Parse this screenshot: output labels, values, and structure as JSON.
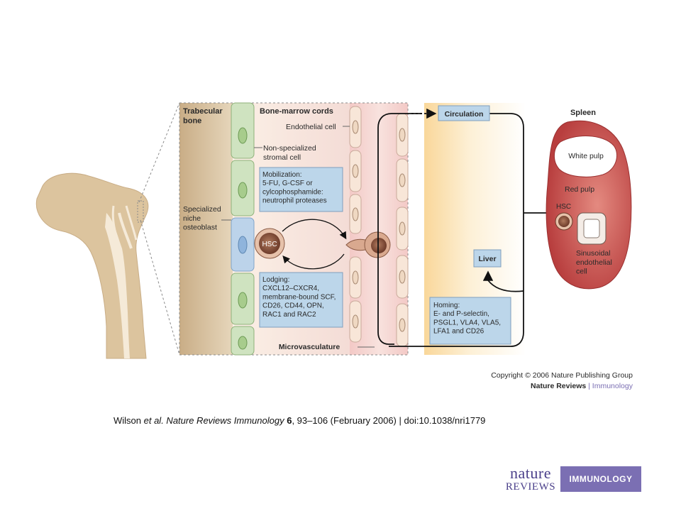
{
  "figure": {
    "trabecular_bone": "Trabecular\nbone",
    "bone_marrow_cords": "Bone-marrow cords",
    "endothelial_cell": "Endothelial cell",
    "non_specialized_stromal": "Non-specialized\nstromal cell",
    "specialized_niche": "Specialized\nniche\nosteoblast",
    "mobilization": "Mobilization:\n5-FU, G-CSF or\ncylcophosphamide:\nneutrophil proteases",
    "lodging": "Lodging:\nCXCL12–CXCR4,\nmembrane-bound SCF,\nCD26, CD44, OPN,\nRAC1 and RAC2",
    "hsc": "HSC",
    "microvasculature": "Microvasculature",
    "circulation": "Circulation",
    "liver": "Liver",
    "homing": "Homing:\nE- and P-selectin,\nPSGL1, VLA4, VLA5,\nLFA1 and CD26",
    "spleen": "Spleen",
    "white_pulp": "White pulp",
    "red_pulp": "Red pulp",
    "spleen_hsc": "HSC",
    "sinusoidal": "Sinusoidal\nendothelial\ncell",
    "copyright": "Copyright © 2006 Nature Publishing Group",
    "journal_a": "Nature Reviews",
    "journal_sep": " | ",
    "journal_b": "Immunology"
  },
  "citation": {
    "authors": "Wilson ",
    "etal": "et al.",
    "journal": " Nature Reviews Immunology",
    "volume": " 6",
    "rest": ", 93–106 (February 2006) | doi:10.1038/nri1779"
  },
  "logo": {
    "nature": "nature",
    "reviews": "REVIEWS",
    "immunology": "IMMUNOLOGY"
  },
  "colors": {
    "bone": "#dcc49e",
    "stromal": "#cfe3c0",
    "osteoblast": "#bcd3ea",
    "info_box": "#bcd6ea",
    "spleen": "#c8504e",
    "marrow_pink": "#f2d3cf",
    "circulation_cream": "#fbe3b6"
  }
}
